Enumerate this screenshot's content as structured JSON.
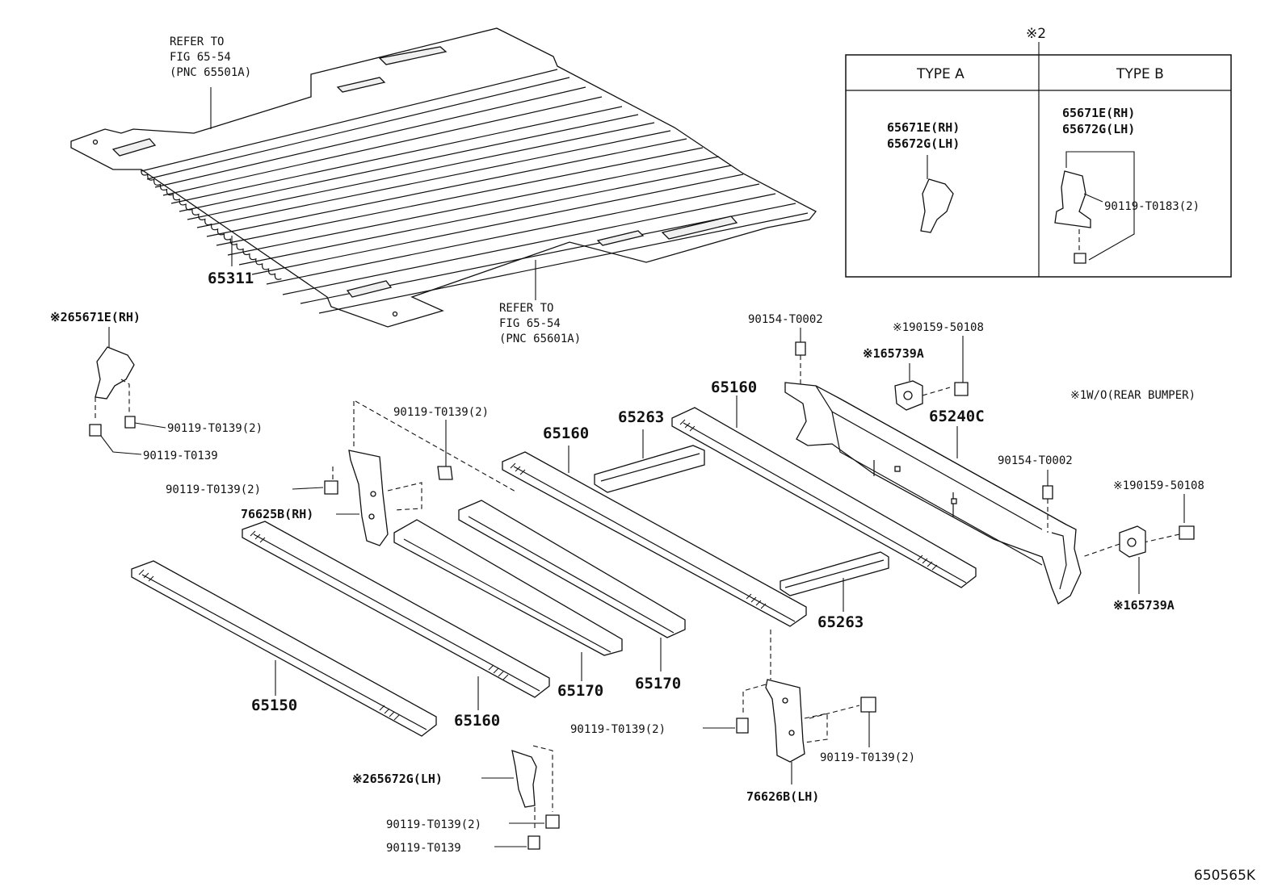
{
  "floor": {
    "ref_front": [
      "REFER TO",
      "FIG 65-54",
      "(PNC 65501A)"
    ],
    "ref_rear": [
      "REFER TO",
      "FIG 65-54",
      "(PNC 65601A)"
    ],
    "panel_pnc": "65311"
  },
  "inset": {
    "marker": "※2",
    "type_a": {
      "header": "TYPE A",
      "part_rh": "65671E(RH)",
      "part_lh": "65672G(LH)"
    },
    "type_b": {
      "header": "TYPE B",
      "part_rh": "65671E(RH)",
      "part_lh": "65672G(LH)",
      "bolt": "90119-T0183(2)"
    }
  },
  "labels": {
    "bracket_rh_top": "※265671E(RH)",
    "bolt_rh_2": "90119-T0139(2)",
    "bolt_rh_1": "90119-T0139",
    "support_rh_bolt_top": "90119-T0139(2)",
    "support_rh_bolt_left": "90119-T0139(2)",
    "support_rh": "76625B(RH)",
    "sill_65150": "65150",
    "sill_65160_a": "65160",
    "sill_65170_a": "65170",
    "sill_65170_b": "65170",
    "sill_65160_b": "65160",
    "sill_65160_c": "65160",
    "cross_65263_a": "65263",
    "cross_65263_b": "65263",
    "rear_sill": "65240C",
    "bolt_90154_a": "90154-T0002",
    "bolt_90154_b": "90154-T0002",
    "cushion_a": "※165739A",
    "cushion_b": "※165739A",
    "screw_a": "※190159-50108",
    "screw_b": "※190159-50108",
    "note_w_o": "※1W/O(REAR BUMPER)",
    "bracket_lh_bottom": "※265672G(LH)",
    "bolt_lh_2": "90119-T0139(2)",
    "bolt_lh_1": "90119-T0139",
    "support_lh_bolt_left": "90119-T0139(2)",
    "support_lh_bolt_right": "90119-T0139(2)",
    "support_lh": "76626B(LH)",
    "figure_id": "650565K"
  }
}
